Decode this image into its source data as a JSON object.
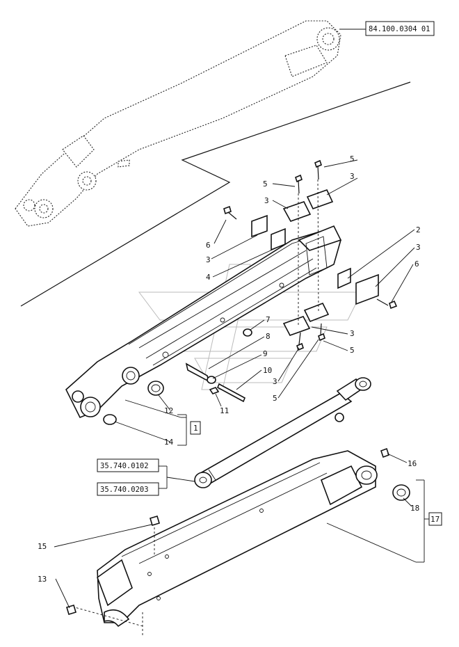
{
  "references": {
    "top_ref": "84.100.0304 01",
    "cyl_ref_1": "35.740.0102",
    "cyl_ref_2": "35.740.0203"
  },
  "callouts": {
    "c1": "1",
    "c2": "2",
    "c3a": "3",
    "c3b": "3",
    "c3c": "3",
    "c3d": "3",
    "c3e": "3",
    "c3f": "3",
    "c4": "4",
    "c5a": "5",
    "c5b": "5",
    "c5c": "5",
    "c5d": "5",
    "c6a": "6",
    "c6b": "6",
    "c7": "7",
    "c8": "8",
    "c9": "9",
    "c10": "10",
    "c11": "11",
    "c12": "12",
    "c13": "13",
    "c14": "14",
    "c15": "15",
    "c16": "16",
    "c17": "17",
    "c18": "18"
  }
}
